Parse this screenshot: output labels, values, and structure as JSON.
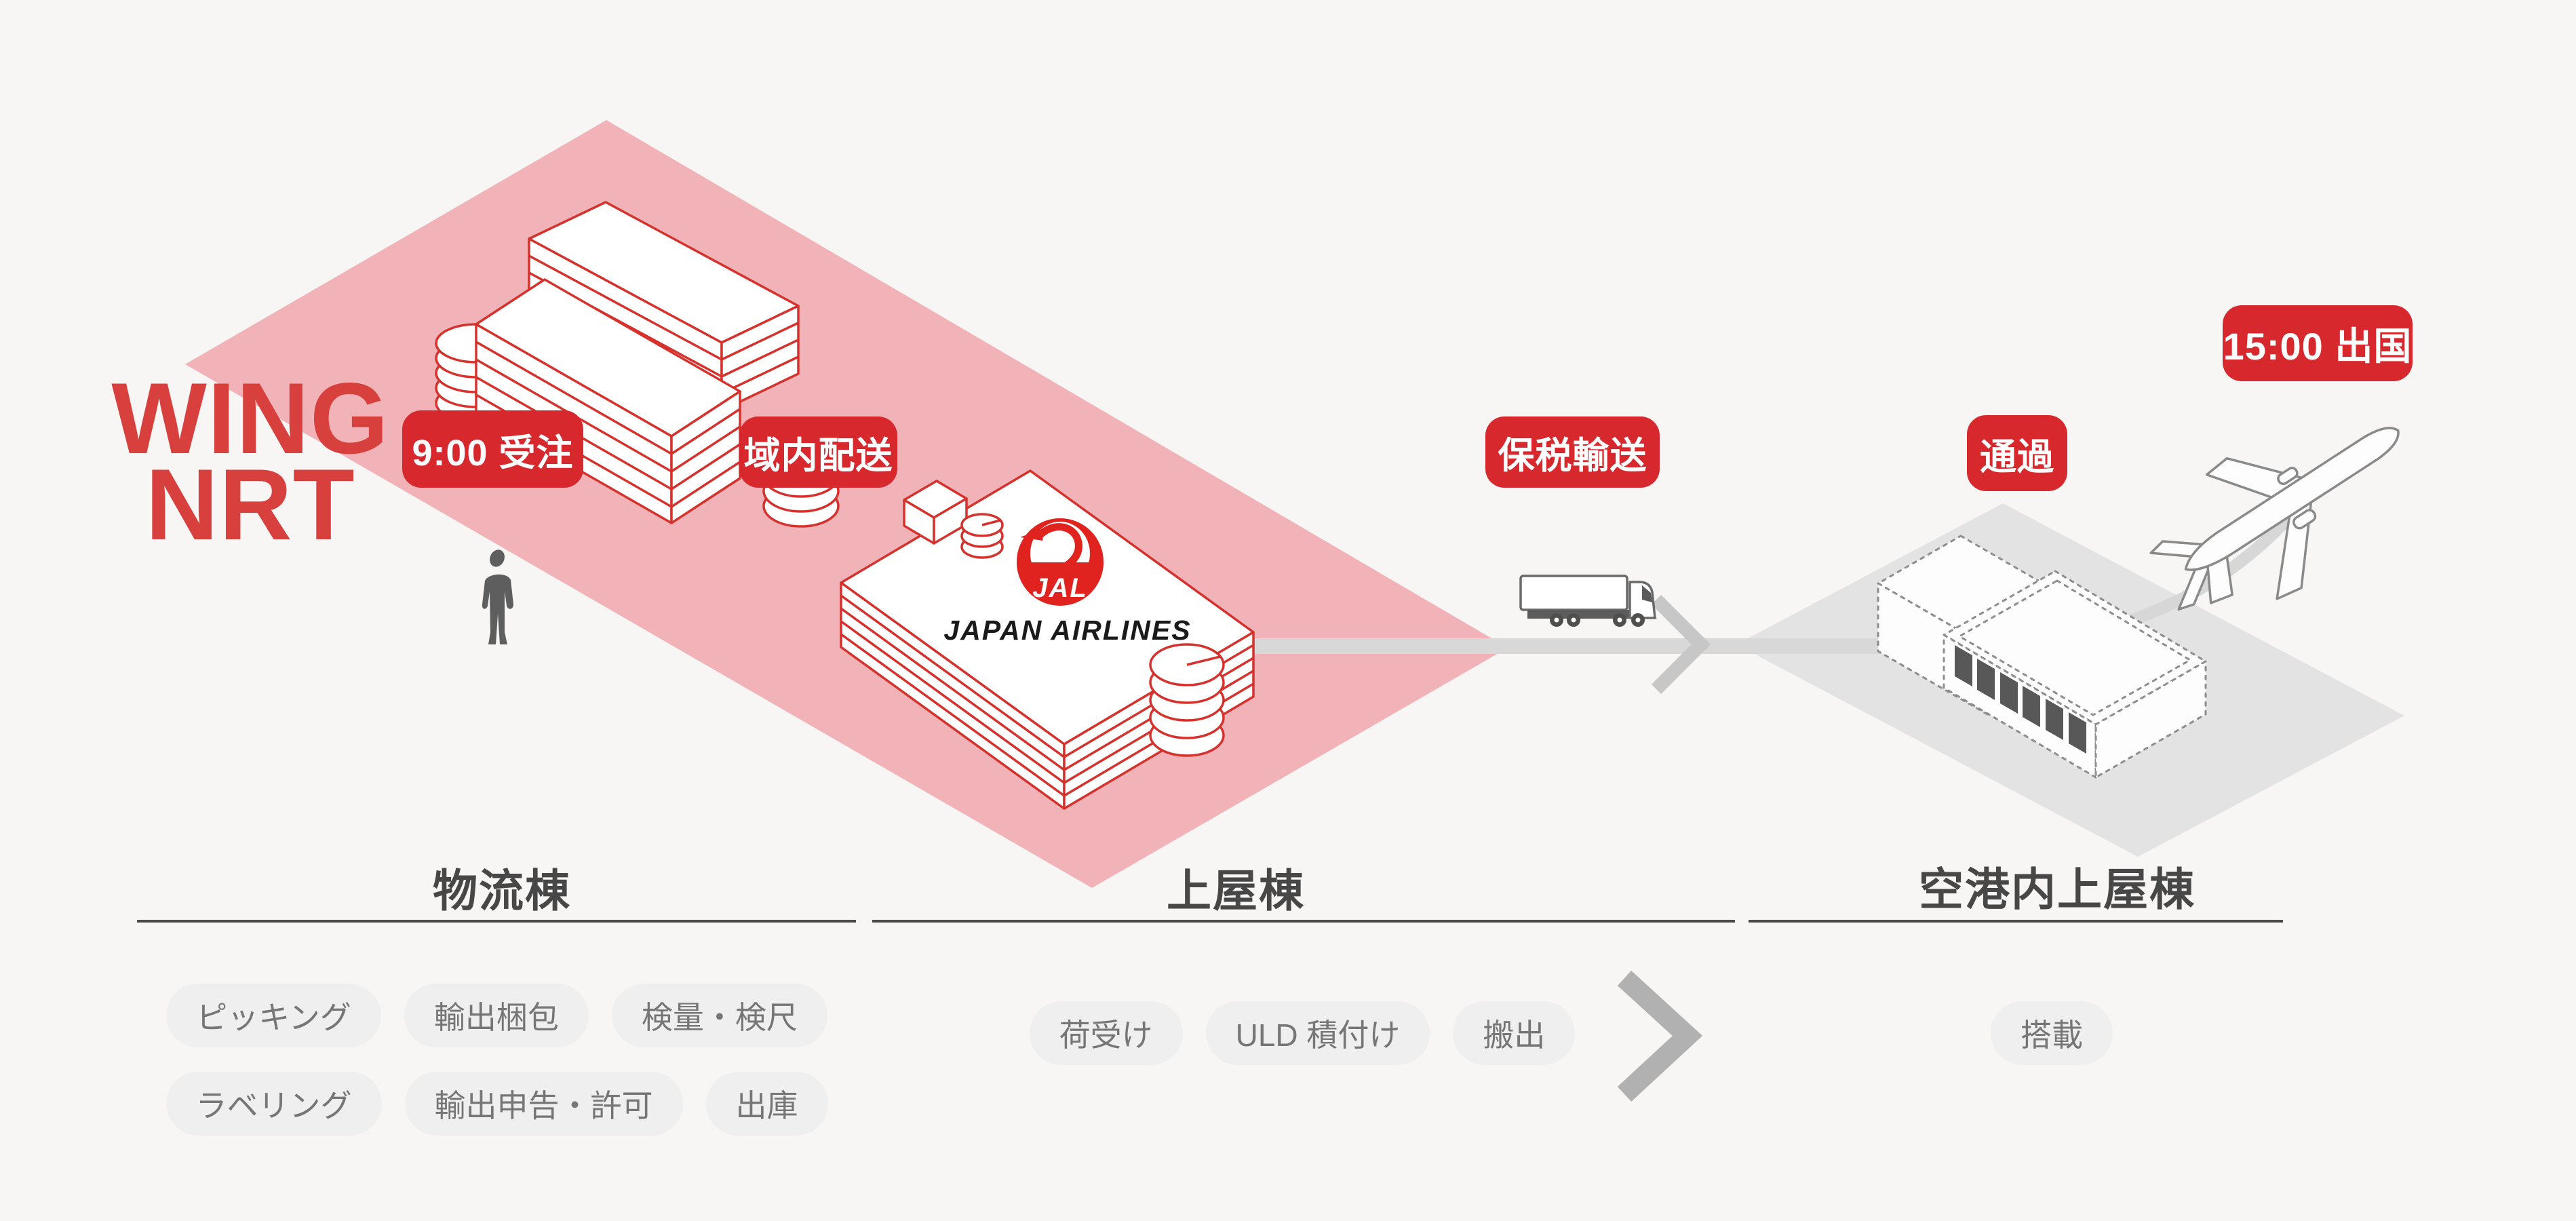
{
  "title": {
    "line1": "WING",
    "line2": "NRT"
  },
  "badges": {
    "order": "9:00 受注",
    "local_delivery": "域内配送",
    "bonded_transport": "保税輸送",
    "pass_through": "通過",
    "departure": "15:00 出国"
  },
  "jal_logo": {
    "mark_text": "JAL",
    "airline_name": "JAPAN AIRLINES"
  },
  "sections": [
    {
      "heading": "物流棟",
      "tags_row1": [
        "ピッキング",
        "輸出梱包",
        "検量・検尺"
      ],
      "tags_row2": [
        "ラベリング",
        "輸出申告・許可",
        "出庫"
      ]
    },
    {
      "heading": "上屋棟",
      "tags": [
        "荷受け",
        "ULD 積付け",
        "搬出"
      ]
    },
    {
      "heading": "空港内上屋棟",
      "tags": [
        "搭載"
      ]
    }
  ],
  "colors": {
    "background": "#f7f6f5",
    "accent_red": "#d7282e",
    "brand_red": "#e0231f",
    "outline_red": "#d5322d",
    "pink_zone": "#f1b3b8",
    "gray_zone": "#e4e3e4",
    "road_gray": "#d9d8d8",
    "heading_gray": "#4a4a4a",
    "pill_bg": "#f0efef",
    "pill_text": "#767676"
  }
}
